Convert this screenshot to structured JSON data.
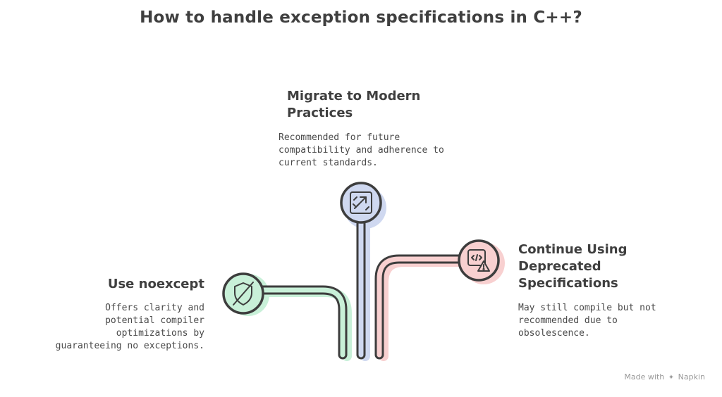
{
  "title": "How to handle exception specifications in C++?",
  "options": {
    "migrate": {
      "heading": "Migrate to Modern Practices",
      "description": "Recommended for future compatibility and adherence to current standards.",
      "accent": "#cfd8f0",
      "icon": "code-refactor-icon"
    },
    "noexcept": {
      "heading": "Use noexcept",
      "description": "Offers clarity and potential compiler optimizations by guaranteeing no exceptions.",
      "accent": "#c8f0d8",
      "icon": "disabled-shield-icon"
    },
    "deprecated": {
      "heading": "Continue Using Deprecated Specifications",
      "description": "May still compile but not recommended due to obsolescence.",
      "accent": "#f8d0d0",
      "icon": "code-warning-icon"
    }
  },
  "footer": {
    "made_with": "Made with",
    "brand": "Napkin"
  }
}
